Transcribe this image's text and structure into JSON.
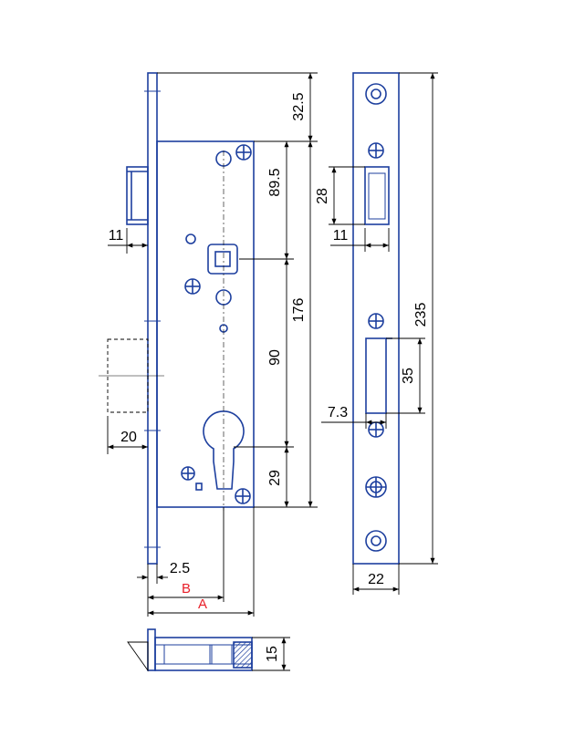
{
  "dimensions": {
    "top_offset": "32.5",
    "spindle_from_top": "89.5",
    "total_to_cylinder": "176",
    "spindle_to_cylinder": "90",
    "cylinder_to_bottom": "29",
    "latch_projection": "11",
    "bolt_projection": "20",
    "backset_small": "2.5",
    "backset_b": "B",
    "backset_a": "A",
    "strike_latch_height": "28",
    "strike_latch_width": "11",
    "strike_total_height": "235",
    "strike_bolt_height": "35",
    "strike_bolt_width": "7.3",
    "strike_width": "22",
    "case_depth": "15"
  },
  "colors": {
    "blue_part": "#1d3f9e",
    "dimension_line": "#000000",
    "variable_label": "#e8202a"
  }
}
